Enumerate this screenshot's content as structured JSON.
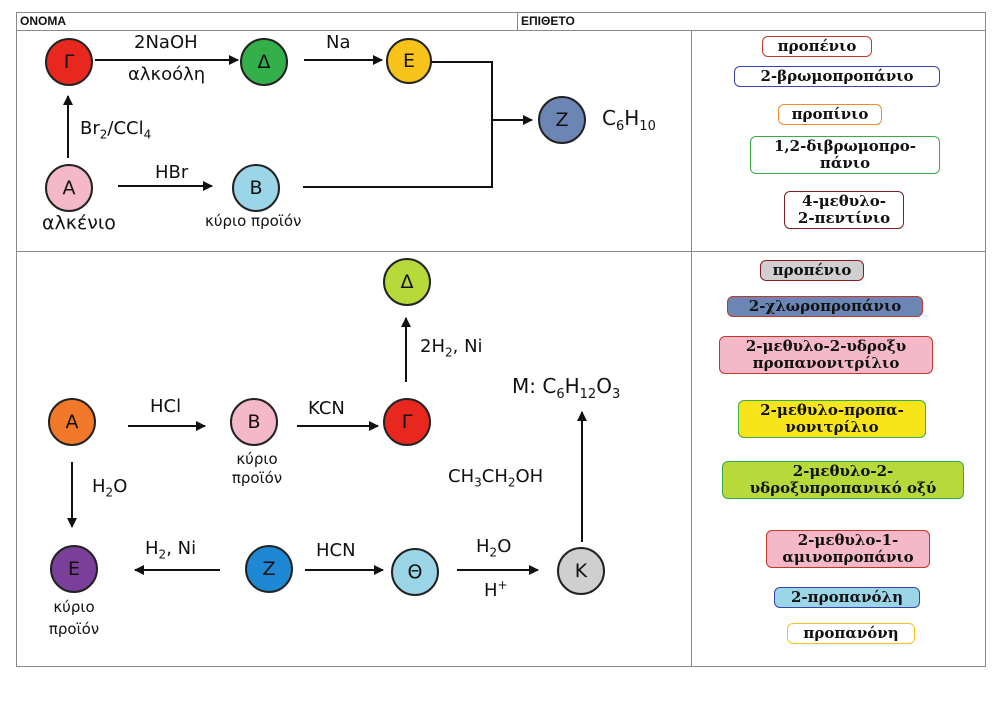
{
  "header": {
    "col1": "ΟΝΟΜΑ",
    "col2": "ΕΠΙΘΕΤΟ"
  },
  "scheme1": {
    "nodes": {
      "G": "Γ",
      "D": "Δ",
      "E": "Ε",
      "Z": "Ζ",
      "A": "Α",
      "B": "Β"
    },
    "naoh": "2NaOH",
    "alcohol": "αλκοόλη",
    "na": "Na",
    "br2_a": "Br",
    "br2_sub": "2",
    "br2_b": "/CCl",
    "br2_sub2": "4",
    "hbr": "HBr",
    "c6_a": "C",
    "c6_sub1": "6",
    "c6_b": "H",
    "c6_sub2": "10",
    "alkene": "αλκένιο",
    "main_product": "κύριο προϊόν"
  },
  "answers1": [
    "προπένιο",
    "2-βρωμοπροπάνιο",
    "προπίνιο",
    "1,2-διβρωμοπρο-\nπάνιο",
    "4-μεθυλο-\n2-πεντίνιο"
  ],
  "scheme2": {
    "nodes": {
      "D": "Δ",
      "A": "Α",
      "B": "Β",
      "G": "Γ",
      "E": "Ε",
      "Z": "Ζ",
      "TH": "Θ",
      "K": "Κ"
    },
    "h2ni_a": "2H",
    "h2ni_sub": "2",
    "h2ni_b": ", Ni",
    "m_a": "M: C",
    "m_sub1": "6",
    "m_b": "H",
    "m_sub2": "12",
    "m_c": "O",
    "m_sub3": "3",
    "hcl": "HCl",
    "kcn": "KCN",
    "h2o_a": "H",
    "h2o_sub": "2",
    "h2o_b": "O",
    "etoh_a": "CH",
    "etoh_sub1": "3",
    "etoh_b": "CH",
    "etoh_sub2": "2",
    "etoh_c": "OH",
    "main1": "κύριο",
    "main2": "προϊόν",
    "h2ni2_a": "H",
    "h2ni2_sub": "2",
    "h2ni2_b": ", Ni",
    "hcn": "HCN",
    "h2o2_a": "H",
    "h2o2_sub": "2",
    "h2o2_b": "O",
    "hplus": "H",
    "hplus_sup": "+",
    "main3": "κύριο",
    "main4": "προϊόν"
  },
  "answers2": [
    "προπένιο",
    "2-χλωροπροπάνιο",
    "2-μεθυλο-2-υδροξυ\nπροπανονιτρίλιο",
    "2-μεθυλο-προπα-\nνονιτρίλιο",
    "2-μεθυλο-2-\nυδροξυπροπανικό οξύ",
    "2-μεθυλο-1-\nαμινοπροπάνιο",
    "2-προπανόλη",
    "προπανόνη"
  ],
  "colors": {
    "red": "#e8281e",
    "green": "#34b04a",
    "yellow": "#f7c21a",
    "slate": "#6b86b5",
    "pink": "#f4b8c8",
    "lightblue": "#9ad6e8",
    "lime": "#b8d93a",
    "orange": "#f2782a",
    "purple": "#7a3f99",
    "blue": "#1e88d4",
    "lightgray": "#cfcfcf"
  }
}
